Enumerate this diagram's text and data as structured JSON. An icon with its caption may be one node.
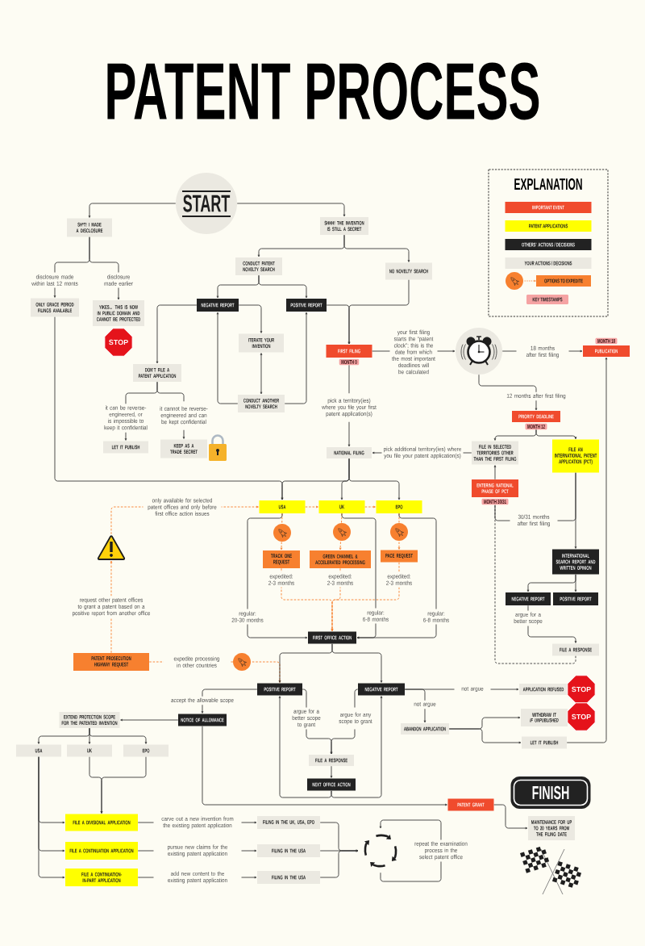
{
  "diagram": {
    "title": "PATENT PROCESS",
    "nodes": [
      {
        "text": [
          "START"
        ]
      },
      {
        "text": [
          "SH*T! I MADE A DISCLOSURE"
        ]
      },
      {
        "text": [
          "SHHH! THE INVENTION IS STILL A SECRET"
        ]
      },
      {
        "text": [
          "CONDUCT PATENT NOVELTY SEARCH"
        ]
      },
      {
        "text": [
          "NO NOVELTY SEARCH"
        ]
      },
      {
        "text": [
          "ONLY GRACE PERIOD FILINGS AVAILABLE"
        ]
      },
      {
        "text": [
          "YIKES... THIS IS NOW IN PUBLIC DOMAIN AND CANNOT BE PROTECTED"
        ]
      },
      {
        "text": [
          "NEGATIVE REPORT"
        ]
      },
      {
        "text": [
          "POSITIVE REPORT"
        ]
      },
      {
        "text": [
          "ITERATE YOUR INVENTION"
        ]
      },
      {
        "text": [
          "FIRST FILING",
          "MONTH 0"
        ]
      },
      {
        "text": [],
        "shape": "picture"
      },
      {
        "text": [
          "MONTH 18",
          "PUBLICATION"
        ]
      },
      {
        "text": [
          "DON'T FILE A PATENT APPLICATION"
        ]
      },
      {
        "text": [
          "CONDUCT ANOTHER NOVELTY SEARCH"
        ]
      },
      {
        "text": [
          "PRIORITY DEADLINE",
          "MONTH 12"
        ]
      },
      {
        "text": [
          "LET IT PUBLISH"
        ]
      },
      {
        "text": [
          "KEEP AS A TRADE SECRET"
        ]
      },
      {
        "text": [
          "NATIONAL FILING"
        ]
      },
      {
        "text": [
          "FILE IN SELECTED TERRITORIES OTHER THAN THE FIRST FILING"
        ]
      },
      {
        "text": [
          "FILE AN INTERNATIONAL PATENT APPLICATION (PCT)"
        ]
      },
      {
        "text": [
          "ENTERING NATIONAL PHASE OF PCT",
          "MONTH 30/31"
        ]
      },
      {
        "text": [
          "USA"
        ]
      },
      {
        "text": [
          "UK"
        ]
      },
      {
        "text": [
          "EPO"
        ]
      },
      {
        "text": [],
        "shape": "triangle"
      },
      {
        "text": [
          "TRACK ONE REQUEST"
        ]
      },
      {
        "text": [
          "GREEN CHANNEL & ACCELERATED PROCESSING"
        ]
      },
      {
        "text": [
          "PACE REQUEST"
        ]
      },
      {
        "text": [
          "INTERNATIONAL SEARCH REPORT AND WRITTEN OPINION"
        ]
      },
      {
        "text": [
          "NEGATIVE REPORT"
        ]
      },
      {
        "text": [
          "POSITIVE REPORT"
        ]
      },
      {
        "text": [
          "FIRST OFFICE ACTION"
        ]
      },
      {
        "text": [
          "FILE A RESPONSE"
        ]
      },
      {
        "text": [
          "PATENT PROSECUTION HIGHWAY REQUEST"
        ]
      },
      {
        "text": [
          "POSITIVE REPORT"
        ]
      },
      {
        "text": [
          "NEGATIVE REPORT"
        ]
      },
      {
        "text": [
          "APPLICATION REFUSED"
        ]
      },
      {
        "text": [
          "NOTICE OF ALLOWANCE"
        ]
      },
      {
        "text": [
          "EXTEND PROTECTION SCOPE FOR THE PATENTED INVENTION"
        ]
      },
      {
        "text": [
          "WITHDRAW IT",
          "IF UNPUBLISHED"
        ]
      },
      {
        "text": [
          "ABANDON APPLICATION"
        ]
      },
      {
        "text": [
          "LET IT PUBLISH"
        ]
      },
      {
        "text": [
          "USA"
        ]
      },
      {
        "text": [
          "UK"
        ]
      },
      {
        "text": [
          "EPO"
        ]
      },
      {
        "text": [
          "FILE A RESPONSE"
        ]
      },
      {
        "text": [
          "NEXT OFFICE ACTION"
        ]
      },
      {
        "text": [
          "FINISH"
        ]
      },
      {
        "text": [
          "PATENT GRANT"
        ]
      },
      {
        "text": [
          "FILE A DIVISIONAL APPLICATION"
        ]
      },
      {
        "text": [
          "FILING IN THE UK, USA, EPO"
        ]
      },
      {
        "text": [
          "MAINTENANCE FOR UP TO 20 YEARS FROM THE FILING DATE"
        ]
      },
      {
        "text": [],
        "shape": "picture"
      },
      {
        "text": [
          "FILE A CONTINUATION APPLICATION"
        ]
      },
      {
        "text": [
          "FILING IN THE USA"
        ]
      },
      {
        "text": [
          "FILE A CONTINUATION-IN-PART APPLICATION"
        ]
      },
      {
        "text": [
          "FILING IN THE USA"
        ]
      }
    ],
    "edges": [
      {
        "from": 0,
        "to": 1,
        "arrow": "to"
      },
      {
        "from": 0,
        "to": 2,
        "arrow": "to"
      },
      {
        "from": 1,
        "to": 5,
        "arrow": "to",
        "label": "disclosure made within last 12 monts"
      },
      {
        "from": 1,
        "to": 6,
        "arrow": "to",
        "label": "disclosure made earlier"
      },
      {
        "from": 2,
        "to": 3,
        "arrow": "to"
      },
      {
        "from": 2,
        "to": 4,
        "arrow": "to"
      },
      {
        "from": 3,
        "to": 7,
        "arrow": "to"
      },
      {
        "from": 3,
        "to": 8,
        "arrow": "to"
      },
      {
        "from": 7,
        "to": 9,
        "arrow": "to"
      },
      {
        "from": 7,
        "to": 13,
        "arrow": "to"
      },
      {
        "from": 9,
        "to": 14,
        "arrow": "both"
      },
      {
        "from": 14,
        "to": 7,
        "arrow": "to"
      },
      {
        "from": 14,
        "to": 8,
        "arrow": "to"
      },
      {
        "from": 8,
        "to": 10,
        "arrow": "to"
      },
      {
        "from": 4,
        "to": 10,
        "arrow": "to"
      },
      {
        "from": 10,
        "to": 11,
        "arrow": "to",
        "label": "your first filing starts the “patent clock”; this is the date from which the most important deadlines will be calculated"
      },
      {
        "from": 11,
        "to": 12,
        "arrow": "to",
        "label": "18 months after first filing"
      },
      {
        "from": 11,
        "to": 15,
        "arrow": "to",
        "label": "12 months after first filing"
      },
      {
        "from": 10,
        "to": 18,
        "arrow": "to",
        "label": "pick a territory(ies) where you file your first patent application(s)"
      },
      {
        "from": 15,
        "to": 19,
        "arrow": "to"
      },
      {
        "from": 15,
        "to": 20,
        "arrow": "to"
      },
      {
        "from": 19,
        "to": 18,
        "arrow": "to",
        "label": "pick additional territory(ies) where you file your patent application(s)"
      },
      {
        "from": 13,
        "to": 16,
        "arrow": "to",
        "label": "it can be reverse-engineered, or is impossible to keep it confidential"
      },
      {
        "from": 13,
        "to": 17,
        "arrow": "to",
        "label": "it cannot be reverse-engineered and can be kept confidential"
      },
      {
        "from": 5,
        "to": 22,
        "arrow": "to"
      },
      {
        "from": 18,
        "to": 22,
        "arrow": "to"
      },
      {
        "from": 18,
        "to": 23,
        "arrow": "to"
      },
      {
        "from": 18,
        "to": 24,
        "arrow": "to"
      },
      {
        "from": 22,
        "to": 26,
        "arrow": "to",
        "style": "dashed",
        "color": "#f7802f"
      },
      {
        "from": 23,
        "to": 27,
        "arrow": "to",
        "style": "dashed",
        "color": "#f7802f"
      },
      {
        "from": 24,
        "to": 28,
        "arrow": "to",
        "style": "dashed",
        "color": "#f7802f"
      },
      {
        "from": 26,
        "to": 32,
        "arrow": "to",
        "label": "expedited: 2-3 months",
        "style": "dashed",
        "color": "#f7802f"
      },
      {
        "from": 27,
        "to": 32,
        "arrow": "to",
        "label": "expedited: 2-3 months",
        "style": "dashed",
        "color": "#f7802f"
      },
      {
        "from": 28,
        "to": 32,
        "arrow": "to",
        "label": "expedited: 2-3 months",
        "style": "dashed",
        "color": "#f7802f"
      },
      {
        "from": 22,
        "to": 32,
        "arrow": "to",
        "label": "regular: 20-30 months"
      },
      {
        "from": 23,
        "to": 32,
        "arrow": "to",
        "label": "regular: 6-8 months"
      },
      {
        "from": 24,
        "to": 32,
        "arrow": "to",
        "label": "regular: 6-8 months"
      },
      {
        "from": 22,
        "to": 23,
        "arrow": "to",
        "style": "dashed",
        "color": "#f7802f"
      },
      {
        "from": 23,
        "to": 24,
        "arrow": "to",
        "style": "dashed",
        "color": "#f7802f"
      },
      {
        "from": 25,
        "to": 22,
        "arrow": "to",
        "label": "only available for selected patent offices and only before first office action issues",
        "style": "dashed",
        "color": "#f7802f"
      },
      {
        "from": 34,
        "to": 25,
        "arrow": "to",
        "label": "request other patent offices to grant a patent based on a positive report from another office",
        "style": "dashed",
        "color": "#f7802f"
      },
      {
        "from": 34,
        "to": 35,
        "arrow": "to",
        "label": "expedite processing in other countries",
        "style": "dashed",
        "color": "#f7802f"
      },
      {
        "from": 32,
        "to": 35,
        "arrow": "to"
      },
      {
        "from": 32,
        "to": 36,
        "arrow": "to"
      },
      {
        "from": 35,
        "to": 38,
        "arrow": "to",
        "label": "accept the allowable scope"
      },
      {
        "from": 35,
        "to": 46,
        "arrow": "to",
        "label": "argue for a better scope to grant"
      },
      {
        "from": 36,
        "to": 46,
        "arrow": "to",
        "label": "argue for any scope to grant"
      },
      {
        "from": 46,
        "to": 47,
        "arrow": "to"
      },
      {
        "from": 47,
        "to": 35,
        "arrow": "to"
      },
      {
        "from": 47,
        "to": 36,
        "arrow": "to"
      },
      {
        "from": 36,
        "to": 37,
        "arrow": "to",
        "label": "not argue"
      },
      {
        "from": 36,
        "to": 41,
        "arrow": "to",
        "label": "not argue"
      },
      {
        "from": 41,
        "to": 40,
        "arrow": "to"
      },
      {
        "from": 41,
        "to": 42,
        "arrow": "to"
      },
      {
        "from": 42,
        "to": 12,
        "arrow": "to"
      },
      {
        "from": 38,
        "to": 39,
        "arrow": "to"
      },
      {
        "from": 38,
        "to": 49,
        "arrow": "to"
      },
      {
        "from": 39,
        "to": 43,
        "arrow": "to"
      },
      {
        "from": 39,
        "to": 44,
        "arrow": "to"
      },
      {
        "from": 39,
        "to": 45,
        "arrow": "to"
      },
      {
        "from": 43,
        "to": 50,
        "arrow": "to"
      },
      {
        "from": 43,
        "to": 54,
        "arrow": "to"
      },
      {
        "from": 43,
        "to": 56,
        "arrow": "to"
      },
      {
        "from": 44,
        "to": 50,
        "arrow": "to"
      },
      {
        "from": 45,
        "to": 50,
        "arrow": "to"
      },
      {
        "from": 50,
        "to": 51,
        "arrow": "to",
        "label": "carve out a new invention from the existing patent application"
      },
      {
        "from": 54,
        "to": 55,
        "arrow": "to",
        "label": "pursue new claims for the existing patent application"
      },
      {
        "from": 56,
        "to": 57,
        "arrow": "to",
        "label": "add new content to the existing patent application"
      },
      {
        "from": 51,
        "to": 53,
        "arrow": "to"
      },
      {
        "from": 55,
        "to": 53,
        "arrow": "to"
      },
      {
        "from": 57,
        "to": 53,
        "arrow": "to"
      },
      {
        "from": 53,
        "to": 53,
        "arrow": "to",
        "label": "repeat the examination process in the select patent office"
      },
      {
        "from": 49,
        "to": 52,
        "arrow": "to"
      },
      {
        "from": 20,
        "to": 29,
        "arrow": "to"
      },
      {
        "from": 20,
        "to": 21,
        "arrow": "none",
        "label": "30/31 months after first filing"
      },
      {
        "from": 21,
        "to": 19,
        "arrow": "to"
      },
      {
        "from": 29,
        "to": 30,
        "arrow": "to"
      },
      {
        "from": 29,
        "to": 31,
        "arrow": "to"
      },
      {
        "from": 30,
        "to": 33,
        "arrow": "to",
        "label": "argue for a better scope"
      },
      {
        "from": 33,
        "to": 21,
        "arrow": "none",
        "style": "dashed"
      }
    ],
    "labels": [
      "EXPLANATION",
      "STOP",
      "STOP",
      "STOP"
    ],
    "legend": [
      {
        "text": "IMPORTANT EVENT",
        "color": "#f04b2d"
      },
      {
        "text": "PATENT APPLICATIONS",
        "color": "#ffff00"
      },
      {
        "text": "OTHERS' ACTIONS / DECISIONS",
        "color": "#222222"
      },
      {
        "text": "YOUR ACTIONS / DECISIONS",
        "color": "#ebe9e1"
      },
      {
        "text": "OPTIONS TO EXPEDITE",
        "color": "#f7802f"
      },
      {
        "text": "KEY TIMESTAMPS",
        "color": "#f5a3a3"
      }
    ]
  }
}
